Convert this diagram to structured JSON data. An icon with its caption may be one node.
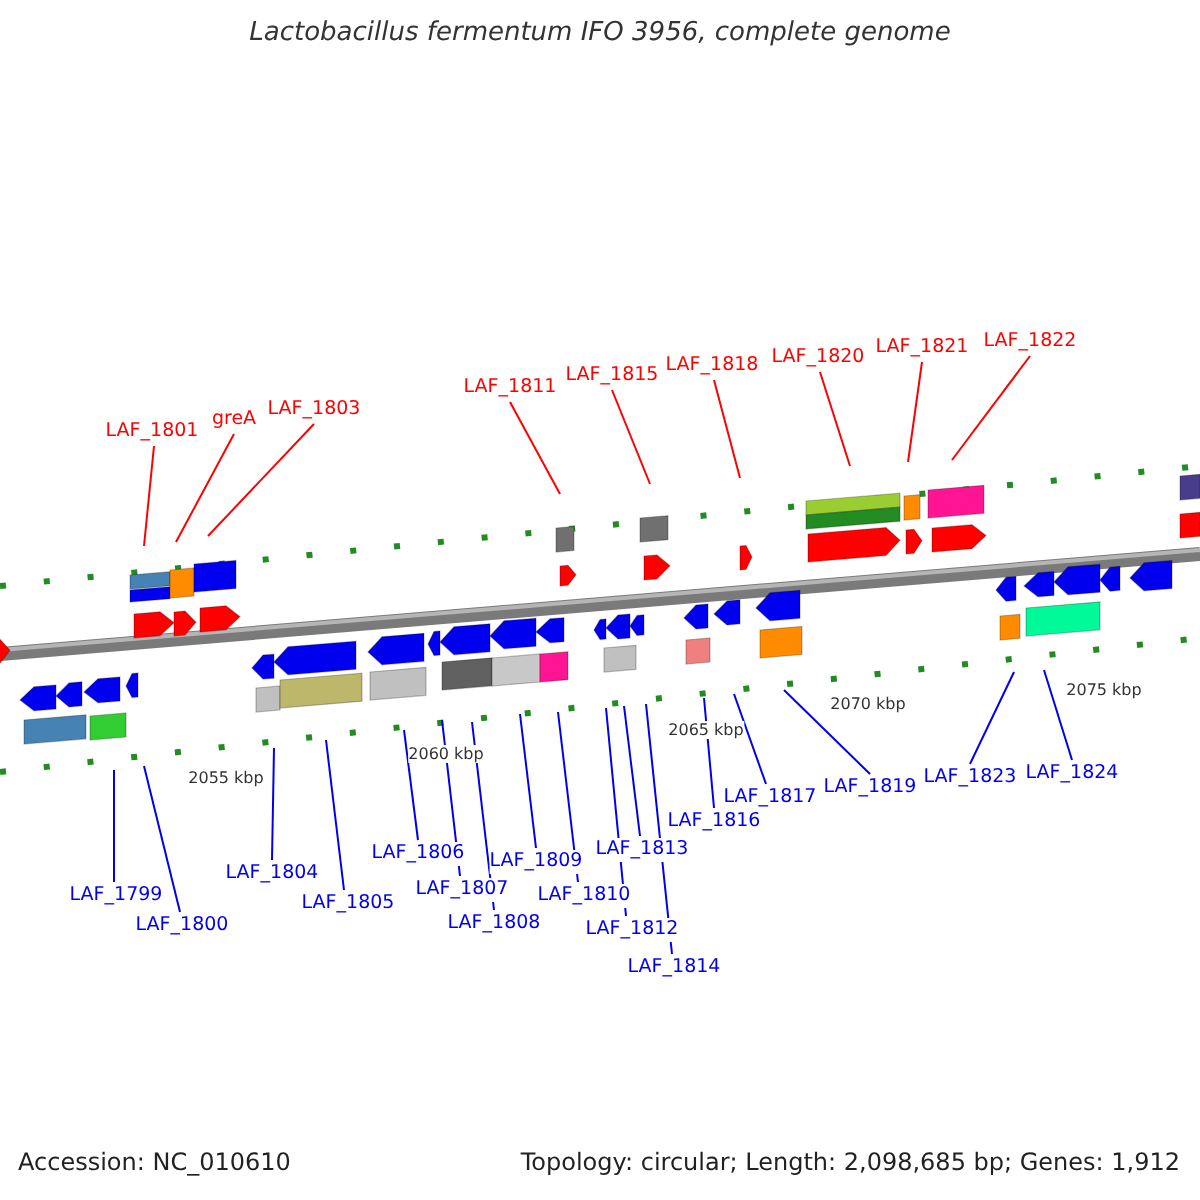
{
  "diagram": {
    "title": "Lactobacillus fermentum IFO 3956, complete genome",
    "nodes": [
      {
        "text": [
          "LAF_1801"
        ]
      },
      {
        "text": [
          "greA"
        ]
      },
      {
        "text": [
          "LAF_1803"
        ]
      },
      {
        "text": [
          "LAF_1811"
        ]
      },
      {
        "text": [
          "LAF_1815"
        ]
      },
      {
        "text": [
          "LAF_1818"
        ]
      },
      {
        "text": [
          "LAF_1820"
        ]
      },
      {
        "text": [
          "LAF_1821"
        ]
      },
      {
        "text": [
          "LAF_1822"
        ]
      },
      {
        "text": [
          "LAF_1799"
        ]
      },
      {
        "text": [
          "LAF_1800"
        ]
      },
      {
        "text": [
          "LAF_1804"
        ]
      },
      {
        "text": [
          "LAF_1805"
        ]
      },
      {
        "text": [
          "LAF_1806"
        ]
      },
      {
        "text": [
          "LAF_1807"
        ]
      },
      {
        "text": [
          "LAF_1808"
        ]
      },
      {
        "text": [
          "LAF_1809"
        ]
      },
      {
        "text": [
          "LAF_1810"
        ]
      },
      {
        "text": [
          "LAF_1812"
        ]
      },
      {
        "text": [
          "LAF_1813"
        ]
      },
      {
        "text": [
          "LAF_1814"
        ]
      },
      {
        "text": [
          "LAF_1816"
        ]
      },
      {
        "text": [
          "LAF_1817"
        ]
      },
      {
        "text": [
          "LAF_1819"
        ]
      },
      {
        "text": [
          "LAF_1823"
        ]
      },
      {
        "text": [
          "LAF_1824"
        ]
      }
    ],
    "edges": [
      {
        "from": 0,
        "to": null,
        "arrow": "none",
        "color": "#ff0000"
      },
      {
        "from": 1,
        "to": null,
        "arrow": "none",
        "color": "#ff0000"
      },
      {
        "from": 2,
        "to": null,
        "arrow": "none",
        "color": "#ff0000"
      },
      {
        "from": 3,
        "to": null,
        "arrow": "none",
        "color": "#ff0000"
      },
      {
        "from": 4,
        "to": null,
        "arrow": "none",
        "color": "#ff0000"
      },
      {
        "from": 5,
        "to": null,
        "arrow": "none",
        "color": "#ff0000"
      },
      {
        "from": 6,
        "to": null,
        "arrow": "none",
        "color": "#ff0000"
      },
      {
        "from": 7,
        "to": null,
        "arrow": "none",
        "color": "#ff0000"
      },
      {
        "from": 8,
        "to": null,
        "arrow": "none",
        "color": "#ff0000"
      },
      {
        "from": 9,
        "to": null,
        "arrow": "none"
      },
      {
        "from": 10,
        "to": null,
        "arrow": "none"
      },
      {
        "from": 11,
        "to": null,
        "arrow": "none"
      },
      {
        "from": 12,
        "to": null,
        "arrow": "none"
      },
      {
        "from": 13,
        "to": null,
        "arrow": "none"
      },
      {
        "from": 14,
        "to": null,
        "arrow": "none"
      },
      {
        "from": 15,
        "to": null,
        "arrow": "none"
      },
      {
        "from": 16,
        "to": null,
        "arrow": "none"
      },
      {
        "from": 17,
        "to": null,
        "arrow": "none"
      },
      {
        "from": 18,
        "to": null,
        "arrow": "none"
      },
      {
        "from": 19,
        "to": null,
        "arrow": "none"
      },
      {
        "from": 20,
        "to": null,
        "arrow": "none"
      },
      {
        "from": 21,
        "to": null,
        "arrow": "none"
      },
      {
        "from": 22,
        "to": null,
        "arrow": "none"
      },
      {
        "from": 23,
        "to": null,
        "arrow": "none"
      },
      {
        "from": 24,
        "to": null,
        "arrow": "none"
      },
      {
        "from": 25,
        "to": null,
        "arrow": "none"
      }
    ],
    "labels": [
      "2055 kbp",
      "2060 kbp",
      "2065 kbp",
      "2070 kbp",
      "2075 kbp",
      "Accession: NC_010610",
      "Topology: circular; Length: 2,098,685 bp; Genes: 1,912"
    ]
  }
}
